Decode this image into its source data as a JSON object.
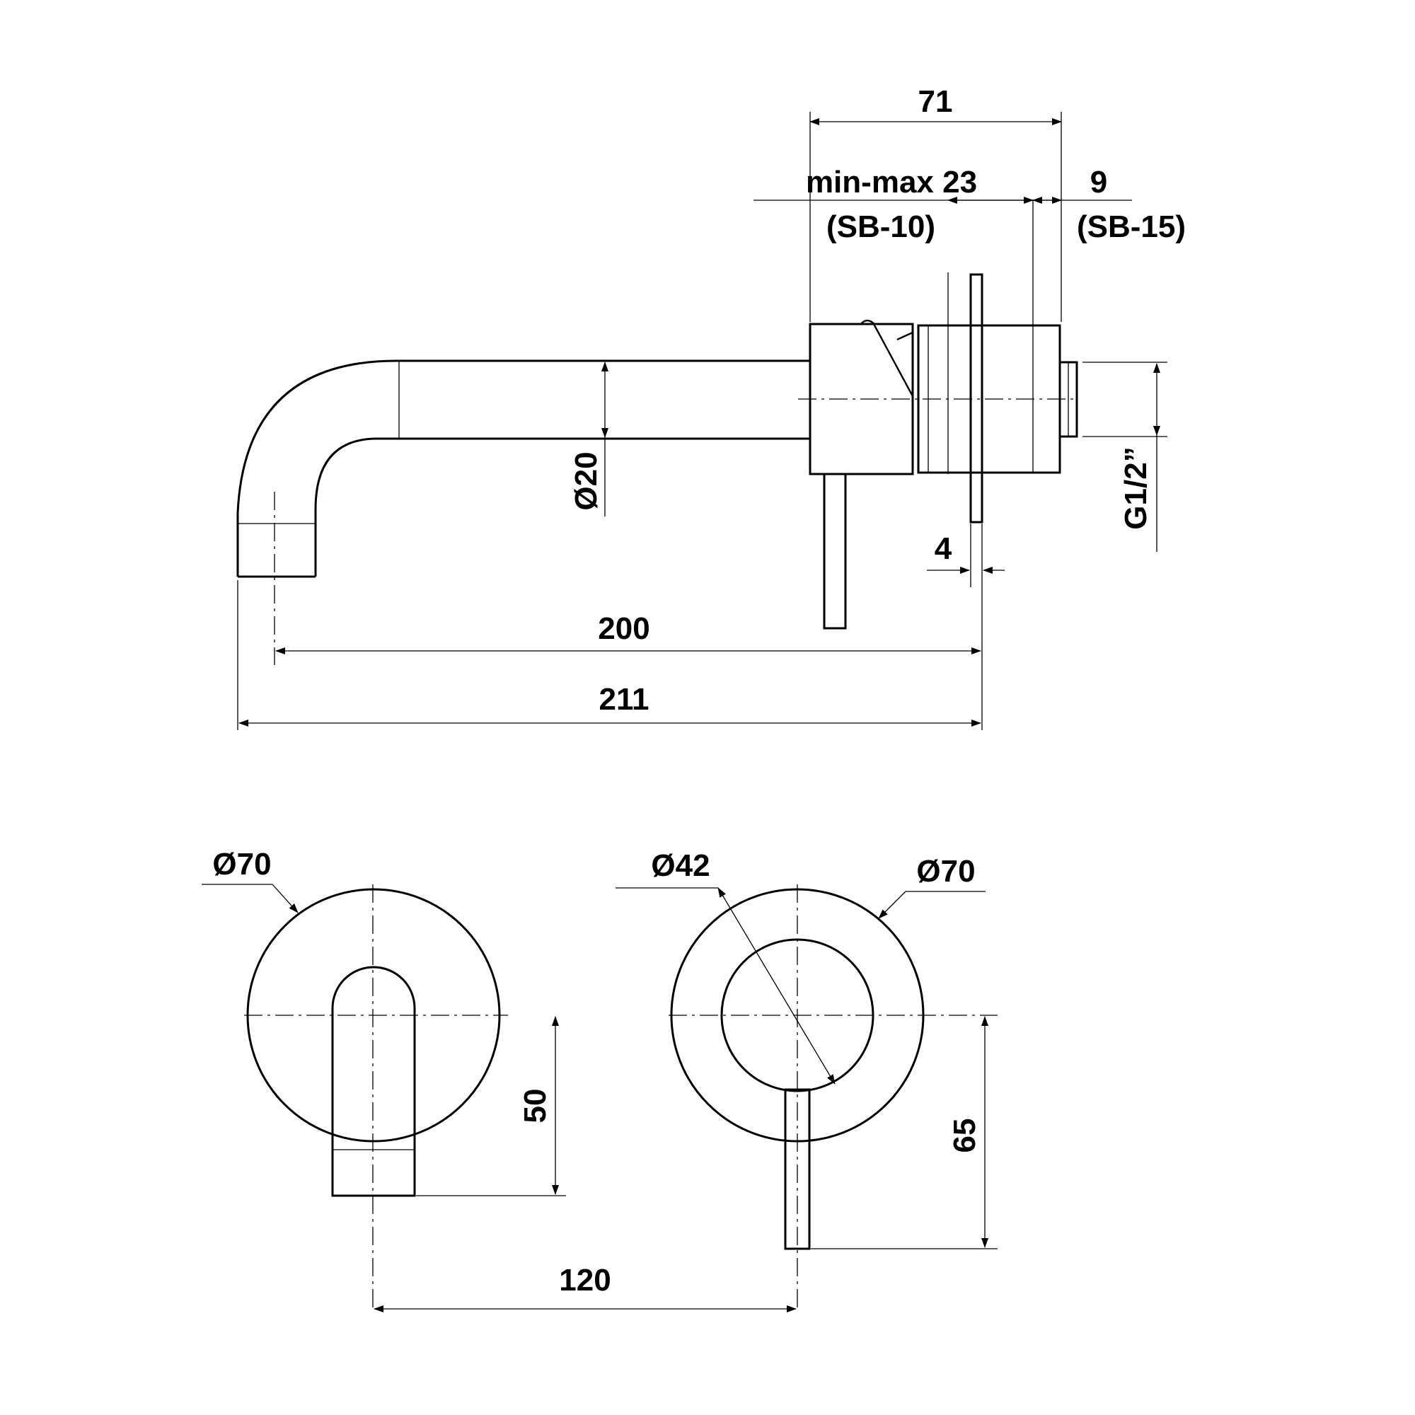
{
  "diagram": {
    "dimensions": {
      "overall_width": "71",
      "min_max_label": "min-max 23",
      "sb10": "(SB-10)",
      "nine": "9",
      "sb15": "(SB-15)",
      "spout_diameter": "Ø20",
      "thread": "G1/2”",
      "plate_thickness": "4",
      "spout_reach": "200",
      "total_length": "211",
      "left_plate_diameter": "Ø70",
      "handle_diameter": "Ø42",
      "right_plate_diameter": "Ø70",
      "spout_drop": "50",
      "handle_drop": "65",
      "center_distance": "120"
    }
  }
}
